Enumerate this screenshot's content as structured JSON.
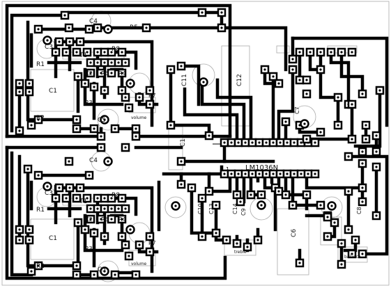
{
  "board": {
    "background": "#ffffff",
    "trace_color": "#000000",
    "outline_color": "#aaaaaa"
  },
  "labels": {
    "ic_main": "LM1036N",
    "ic_pin1": "1",
    "c1": "C1",
    "c2": "C2",
    "c3": "C3",
    "c4": "C4",
    "c5": "C5",
    "c6": "C6",
    "c7": "C7",
    "c8": "C8",
    "c9": "C9",
    "c10": "C10",
    "c11": "C11",
    "c12": "C12",
    "c13": "C13",
    "c14": "C14",
    "c15": "C15",
    "r1": "R1",
    "r2": "R2",
    "r3": "R3",
    "r4": "R4",
    "r5": "R5",
    "r6": "R6",
    "r7": "R7",
    "r8": "R8",
    "t1": "T1",
    "volume": "volume",
    "treble": "treble",
    "balance": "balance"
  }
}
